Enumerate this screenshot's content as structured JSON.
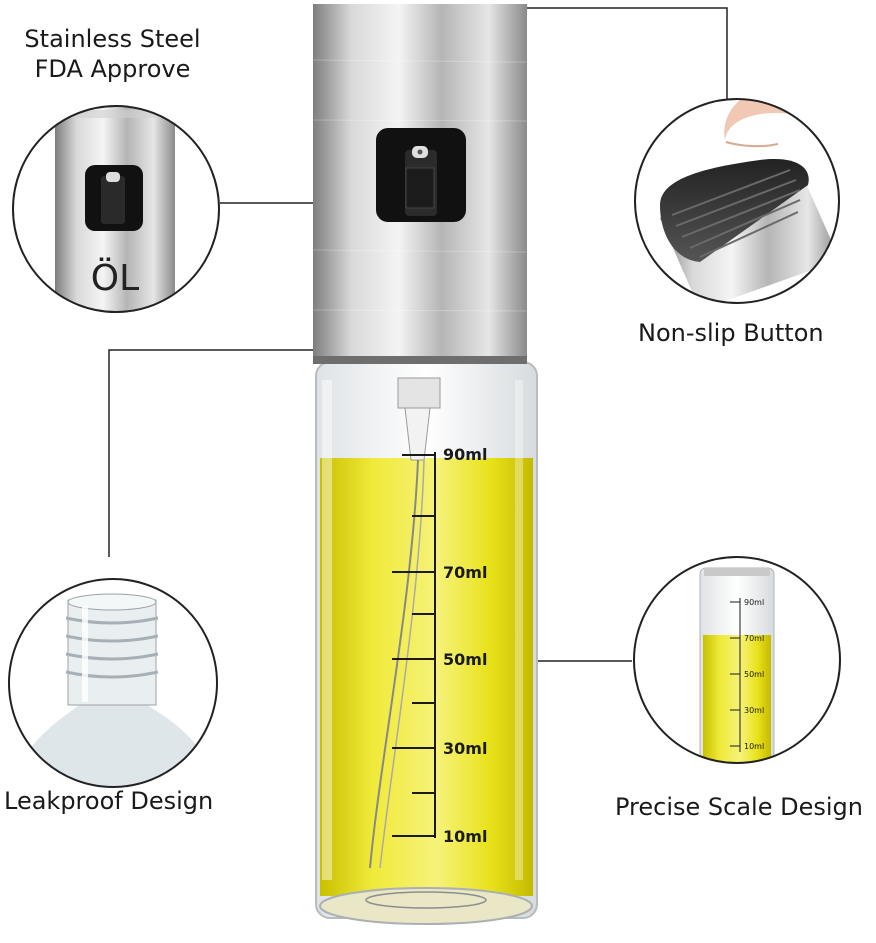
{
  "labels": {
    "steel_line1": "Stainless Steel",
    "steel_line2": "FDA Approve",
    "non_slip": "Non-slip Button",
    "leakproof": "Leakproof Design",
    "precise_scale": "Precise Scale Design"
  },
  "cap_text": "ÖL",
  "scale_marks": [
    "90ml",
    "70ml",
    "50ml",
    "30ml",
    "10ml"
  ],
  "colors": {
    "oil": "#e8e21a",
    "steel_light": "#eeeeee",
    "steel_dark": "#8c8c8c",
    "line": "#222222"
  }
}
